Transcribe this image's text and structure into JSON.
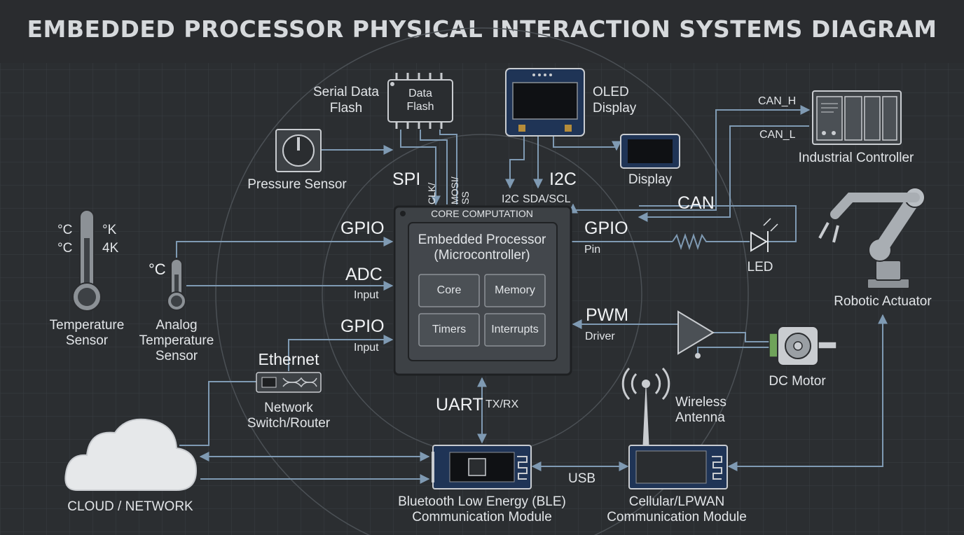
{
  "title": "EMBEDDED PROCESSOR PHYSICAL INTERACTION SYSTEMS DIAGRAM",
  "colors": {
    "background": "#2b2e31",
    "grid": "#3a3e42",
    "wire": "#7f9ab3",
    "chip": "#3d4145",
    "accent_green": "#6fa35a"
  },
  "processor": {
    "header": "CORE COMPUTATION",
    "title_line1": "Embedded Processor",
    "title_line2": "(Microcontroller)",
    "blocks": [
      "Core",
      "Memory",
      "Timers",
      "Interrupts"
    ]
  },
  "interfaces": {
    "spi": "SPI",
    "spi_clk": "CLK/",
    "spi_mosi": "MOSI/",
    "spi_ss": "SS",
    "i2c": "I2C",
    "i2c_pin": "I2C",
    "i2c_sda": "SDA/SCL",
    "gpio_in": "GPIO",
    "adc": "ADC",
    "adc_sub": "Input",
    "gpio_in2": "GPIO",
    "gpio_in2_sub": "Input",
    "gpio_out": "GPIO",
    "gpio_out_sub": "Pin",
    "can": "CAN",
    "can_h": "CAN_H",
    "can_l": "CAN_L",
    "pwm": "PWM",
    "pwm_sub": "Driver",
    "uart": "UART",
    "uart_sub": "TX/RX",
    "usb": "USB"
  },
  "components": {
    "serial_flash_line1": "Serial Data",
    "serial_flash_line2": "Flash",
    "flash_chip_line1": "Data",
    "flash_chip_line2": "Flash",
    "oled_line1": "OLED",
    "oled_line2": "Display",
    "display": "Display",
    "pressure": "Pressure Sensor",
    "industrial": "Industrial Controller",
    "led": "LED",
    "robot": "Robotic Actuator",
    "temp_line1": "Temperature",
    "temp_line2": "Sensor",
    "temp_c1": "°C",
    "temp_k": "°K",
    "temp_c2": "°C",
    "temp_4k": "4K",
    "analog_c": "°C",
    "analog_line1": "Analog",
    "analog_line2": "Temperature",
    "analog_line3": "Sensor",
    "ethernet": "Ethernet",
    "switch_line1": "Network",
    "switch_line2": "Switch/Router",
    "dc_motor": "DC Motor",
    "antenna_line1": "Wireless",
    "antenna_line2": "Antenna",
    "cloud": "CLOUD / NETWORK",
    "ble_line1": "Bluetooth Low Energy (BLE)",
    "ble_line2": "Communication Module",
    "cell_line1": "Cellular/LPWAN",
    "cell_line2": "Communication Module"
  }
}
